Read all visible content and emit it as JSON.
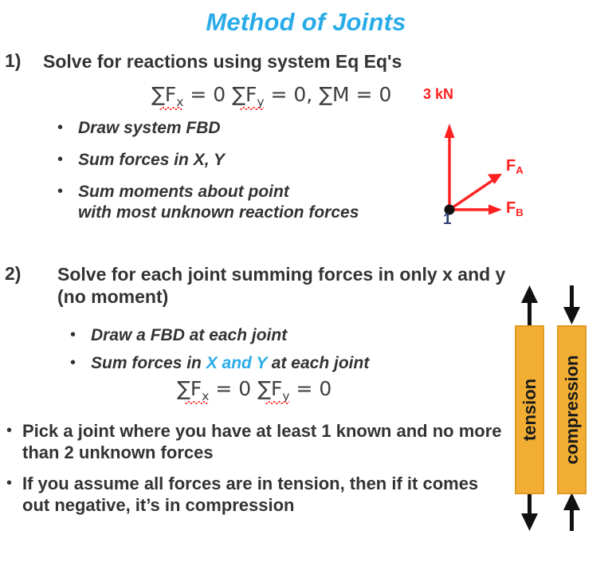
{
  "slide": {
    "title": "Method of Joints",
    "title_color": "#29ABE8",
    "body_color": "#333333"
  },
  "sections": [
    {
      "marker": "1)",
      "heading_pre": "Solve for reactions using ",
      "heading_emph": "system",
      "heading_post": " Eq Eq's",
      "equation": {
        "sum1": "∑F",
        "sub1": "x",
        "eq1": " = 0 ",
        "sum2": "∑F",
        "sub2": "y",
        "eq2": " = 0, ",
        "sum3": "∑M",
        "eq3": " = 0"
      },
      "bullets": [
        "Draw system FBD",
        "Sum forces in X, Y",
        "Sum moments about point\nwith most unknown reaction forces"
      ]
    },
    {
      "marker": "2)",
      "heading": "Solve for each joint summing forces in only x and y (no moment)",
      "bullets_sub": [
        {
          "text": "Draw a FBD at each joint"
        }
      ],
      "bullet_highlight": {
        "pre": "Sum forces in ",
        "highlight": "X and Y",
        "post": " at each joint",
        "highlight_color": "#29ABE8"
      },
      "equation": {
        "sum1": "∑F",
        "sub1": "x",
        "eq1": " = 0 ",
        "sum2": "∑F",
        "sub2": "y",
        "eq2": " = 0"
      },
      "bullets_main": [
        "Pick a joint where you have at least 1 known and no more than 2 unknown forces",
        "If you assume all forces are in tension, then if it comes out negative, it’s in compression"
      ]
    }
  ],
  "fbd": {
    "load_label": "3 kN",
    "force_a": "F",
    "force_a_sub": "A",
    "force_b": "F",
    "force_b_sub": "B",
    "joint_label": "1",
    "arrow_color": "#FF2020",
    "joint_label_color": "#2A3B6E"
  },
  "members": {
    "tension_label": "tension",
    "compression_label": "compression",
    "bar_color": "#F2AE33",
    "arrow_color": "#111111"
  }
}
